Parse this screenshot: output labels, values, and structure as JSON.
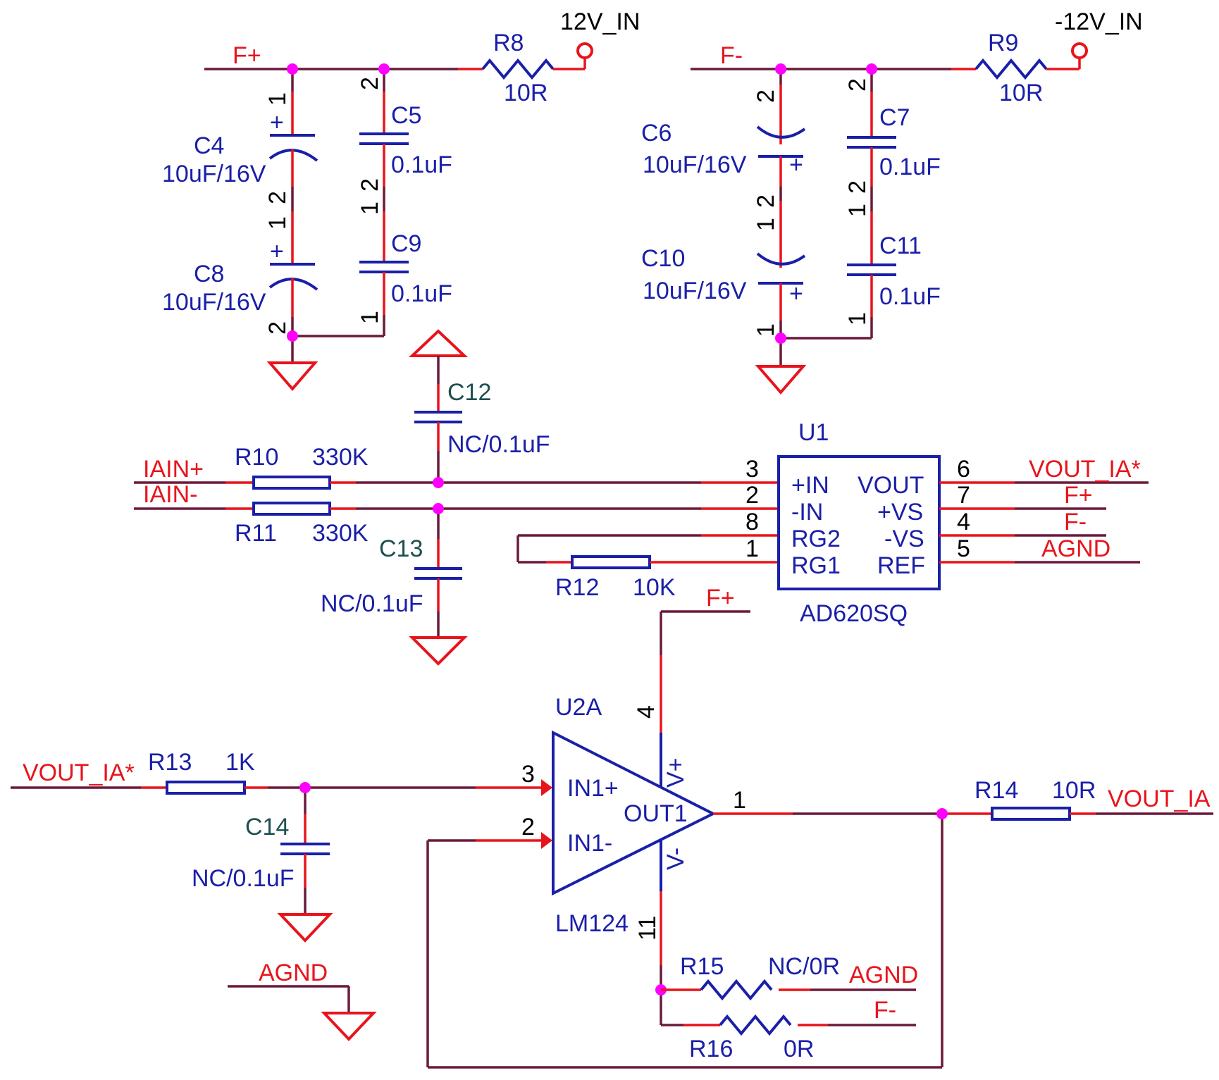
{
  "power": {
    "pos_in": "12V_IN",
    "neg_in": "-12V_IN"
  },
  "nets": {
    "fplus_top": "F+",
    "fminus_top": "F-",
    "iain_plus": "IAIN+",
    "iain_minus": "IAIN-",
    "vout_ia_star_u1": "VOUT_IA*",
    "u1_fplus": "F+",
    "u1_fminus": "F-",
    "u1_agnd": "AGND",
    "u2_fplus": "F+",
    "vout_ia_star_in": "VOUT_IA*",
    "vout_ia": "VOUT_IA",
    "agnd_left": "AGND",
    "agnd_r15": "AGND",
    "fminus_r16": "F-"
  },
  "components": {
    "R8": {
      "ref": "R8",
      "value": "10R"
    },
    "R9": {
      "ref": "R9",
      "value": "10R"
    },
    "C4": {
      "ref": "C4",
      "value": "10uF/16V"
    },
    "C5": {
      "ref": "C5",
      "value": "0.1uF"
    },
    "C8": {
      "ref": "C8",
      "value": "10uF/16V"
    },
    "C9": {
      "ref": "C9",
      "value": "0.1uF"
    },
    "C6": {
      "ref": "C6",
      "value": "10uF/16V"
    },
    "C7": {
      "ref": "C7",
      "value": "0.1uF"
    },
    "C10": {
      "ref": "C10",
      "value": "10uF/16V"
    },
    "C11": {
      "ref": "C11",
      "value": "0.1uF"
    },
    "C12": {
      "ref": "C12",
      "value": "NC/0.1uF"
    },
    "C13": {
      "ref": "C13",
      "value": "NC/0.1uF"
    },
    "C14": {
      "ref": "C14",
      "value": "NC/0.1uF"
    },
    "R10": {
      "ref": "R10",
      "value": "330K"
    },
    "R11": {
      "ref": "R11",
      "value": "330K"
    },
    "R12": {
      "ref": "R12",
      "value": "10K"
    },
    "R13": {
      "ref": "R13",
      "value": "1K"
    },
    "R14": {
      "ref": "R14",
      "value": "10R"
    },
    "R15": {
      "ref": "R15",
      "value": "NC/0R"
    },
    "R16": {
      "ref": "R16",
      "value": "0R"
    },
    "U1": {
      "ref": "U1",
      "part": "AD620SQ",
      "pins_left": [
        {
          "num": "3",
          "name": "+IN"
        },
        {
          "num": "2",
          "name": "-IN"
        },
        {
          "num": "8",
          "name": "RG2"
        },
        {
          "num": "1",
          "name": "RG1"
        }
      ],
      "pins_right": [
        {
          "num": "6",
          "name": "VOUT"
        },
        {
          "num": "7",
          "name": "+VS"
        },
        {
          "num": "4",
          "name": "-VS"
        },
        {
          "num": "5",
          "name": "REF"
        }
      ]
    },
    "U2A": {
      "ref": "U2A",
      "part": "LM124",
      "in_plus": "IN1+",
      "in_minus": "IN1-",
      "out": "OUT1",
      "vplus": "V+",
      "vminus": "V-",
      "pin_in_plus": "3",
      "pin_in_minus": "2",
      "pin_out": "1",
      "pin_vplus": "4",
      "pin_vminus": "11"
    }
  },
  "pin_numbers": {
    "one": "1",
    "two": "2"
  },
  "colors": {
    "net_label": "#e8141c",
    "component": "#1a1fa8",
    "wire": "#6b1a3c",
    "junction": "#ff00ff"
  }
}
